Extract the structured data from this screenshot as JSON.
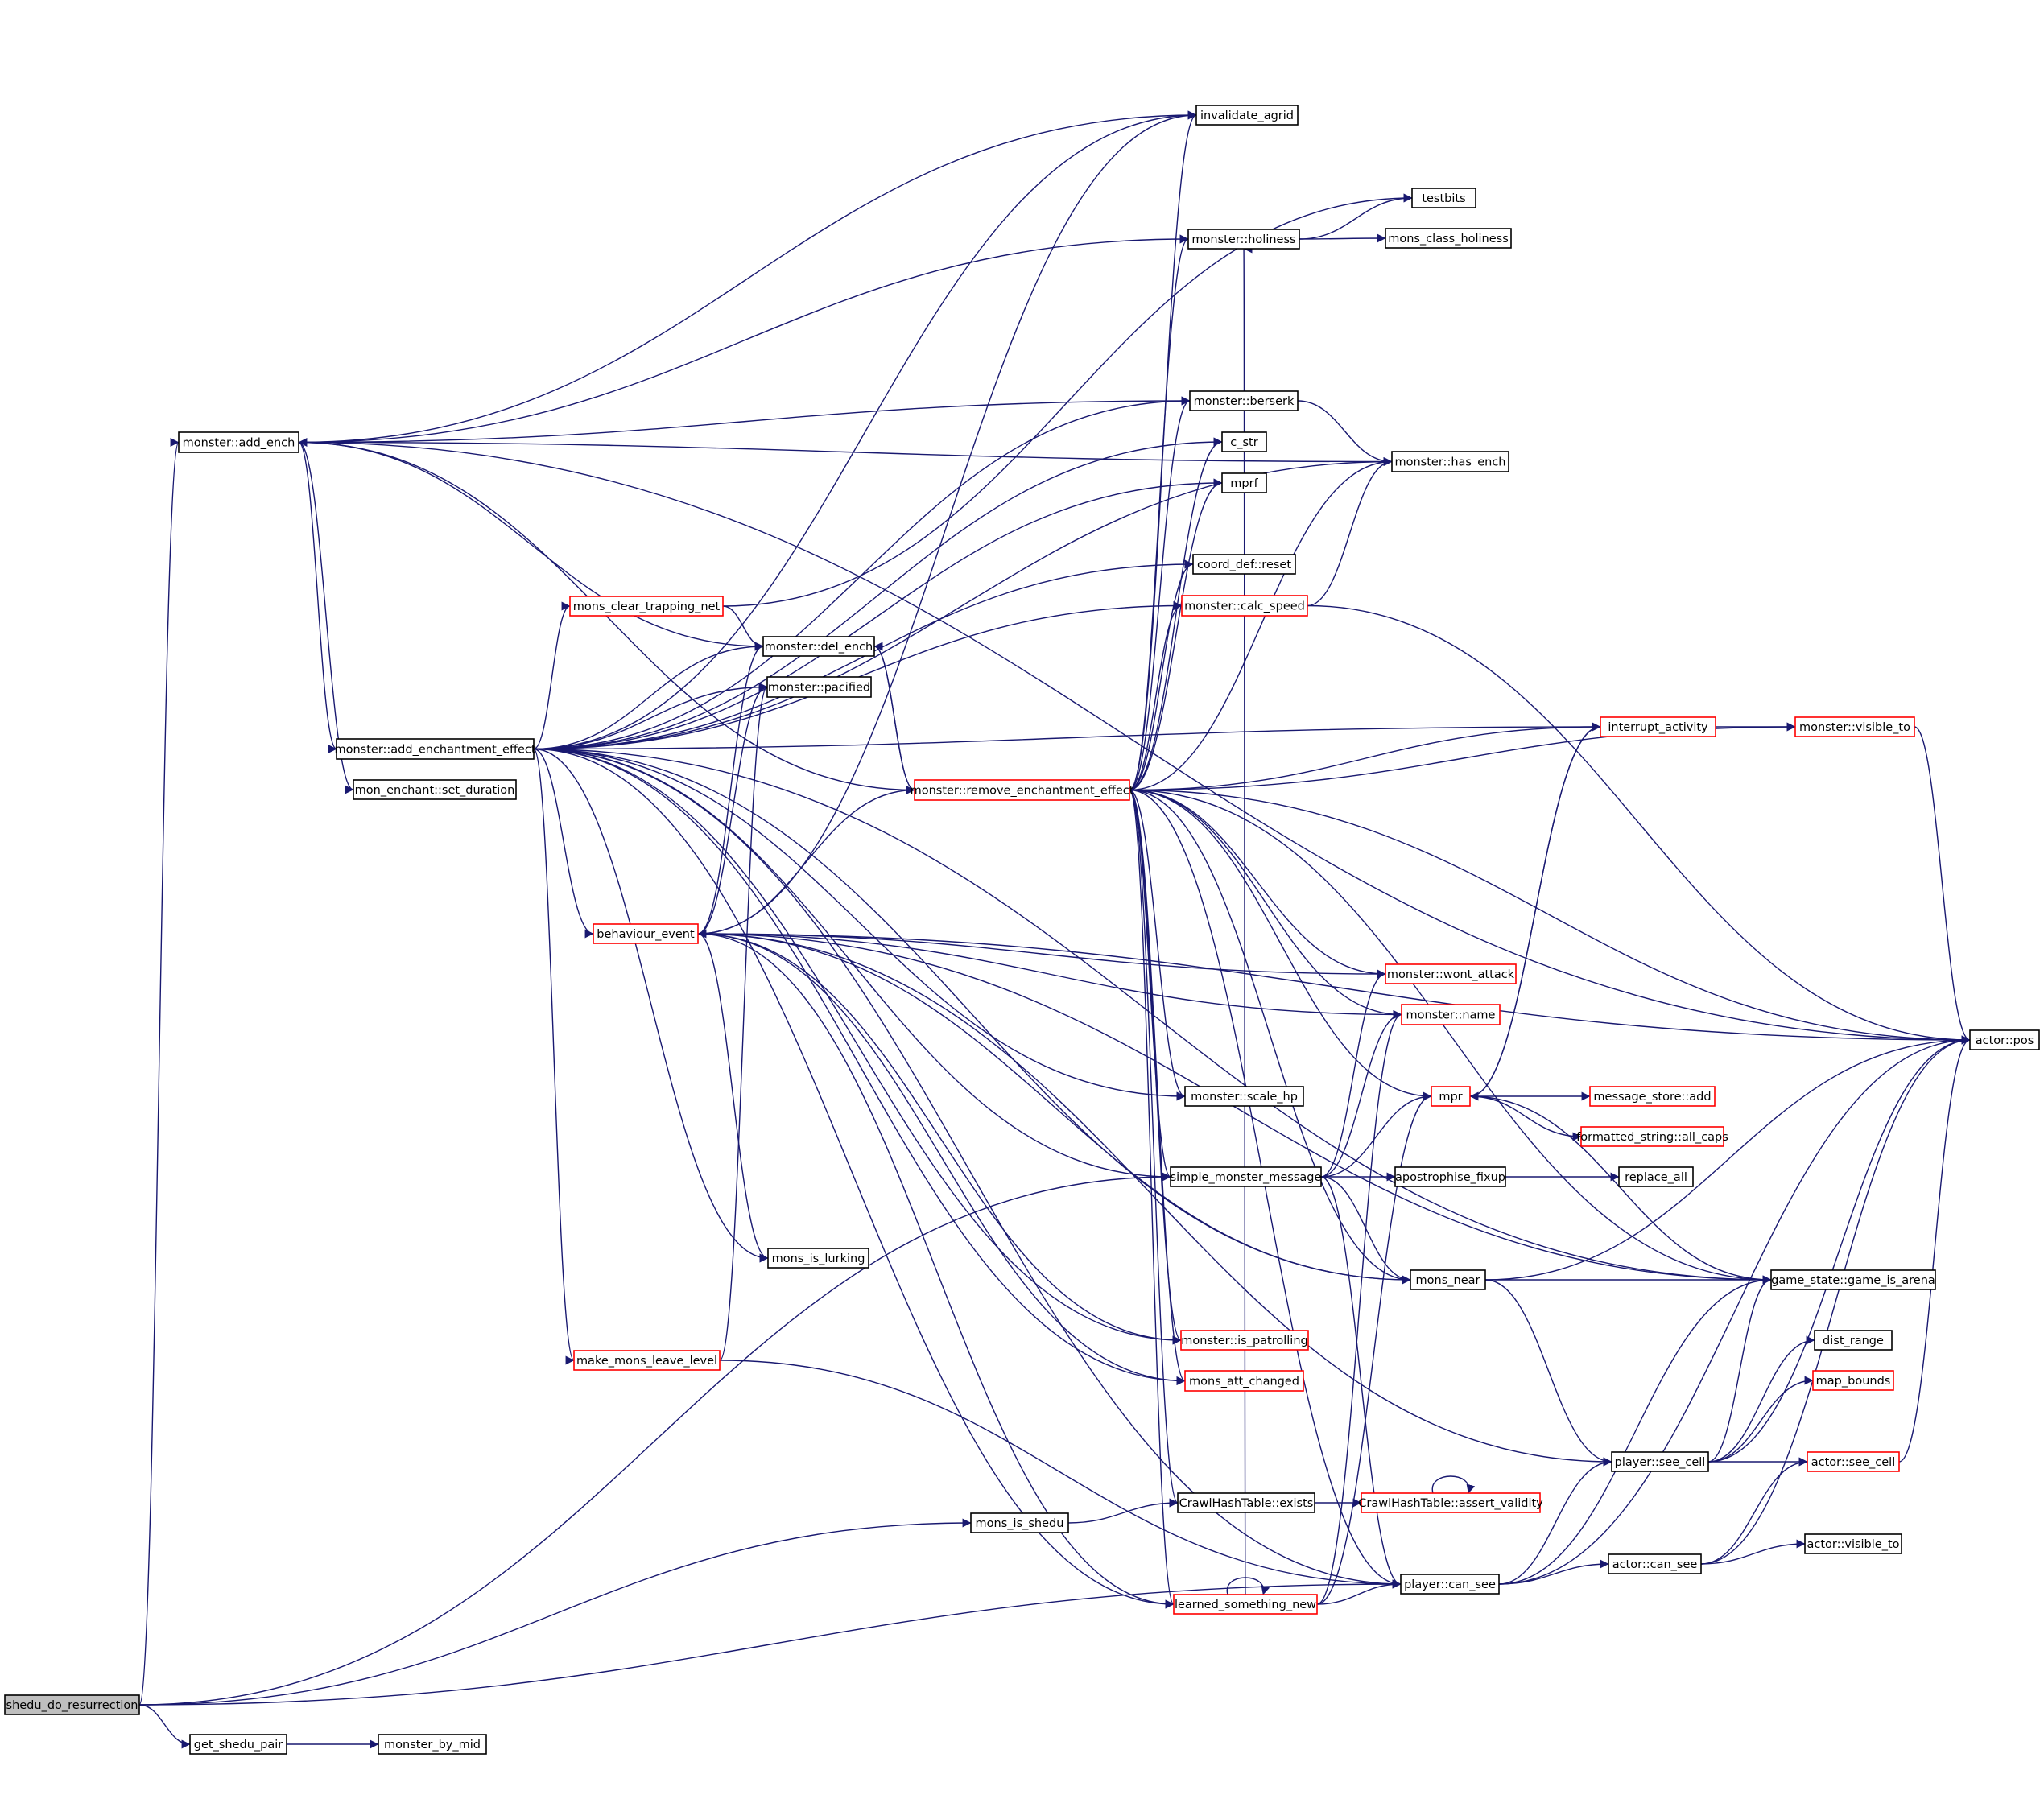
{
  "colors": {
    "edge": "#191970",
    "node_border": "#000000",
    "truncated_node_border": "#ff0000",
    "root_fill": "#bfbfbf",
    "background": "#ffffff"
  },
  "nodes": {
    "shedu_do_resurrection": {
      "label": "shedu_do_resurrection",
      "style": "root"
    },
    "get_shedu_pair": {
      "label": "get_shedu_pair",
      "style": "normal"
    },
    "monster_by_mid": {
      "label": "monster_by_mid",
      "style": "normal"
    },
    "add_ench": {
      "label": "monster::add_ench",
      "style": "normal"
    },
    "add_enchantment_effect": {
      "label": "monster::add_enchantment_effect",
      "style": "normal"
    },
    "set_duration": {
      "label": "mon_enchant::set_duration",
      "style": "normal"
    },
    "invalidate_agrid": {
      "label": "invalidate_agrid",
      "style": "normal"
    },
    "holiness": {
      "label": "monster::holiness",
      "style": "normal"
    },
    "testbits": {
      "label": "testbits",
      "style": "normal"
    },
    "mons_class_holiness": {
      "label": "mons_class_holiness",
      "style": "normal"
    },
    "berserk": {
      "label": "monster::berserk",
      "style": "normal"
    },
    "has_ench": {
      "label": "monster::has_ench",
      "style": "normal"
    },
    "c_str": {
      "label": "c_str",
      "style": "normal"
    },
    "mprf": {
      "label": "mprf",
      "style": "normal"
    },
    "coord_reset": {
      "label": "coord_def::reset",
      "style": "normal"
    },
    "calc_speed": {
      "label": "monster::calc_speed",
      "style": "partial"
    },
    "clear_trapping_net": {
      "label": "mons_clear_trapping_net",
      "style": "partial"
    },
    "del_ench": {
      "label": "monster::del_ench",
      "style": "normal"
    },
    "pacified": {
      "label": "monster::pacified",
      "style": "normal"
    },
    "remove_enchantment_effect": {
      "label": "monster::remove_enchantment_effect",
      "style": "partial"
    },
    "interrupt_activity": {
      "label": "interrupt_activity",
      "style": "partial"
    },
    "visible_to": {
      "label": "monster::visible_to",
      "style": "partial"
    },
    "behaviour_event": {
      "label": "behaviour_event",
      "style": "partial"
    },
    "wont_attack": {
      "label": "monster::wont_attack",
      "style": "partial"
    },
    "name": {
      "label": "monster::name",
      "style": "partial"
    },
    "actor_pos": {
      "label": "actor::pos",
      "style": "normal"
    },
    "mpr": {
      "label": "mpr",
      "style": "partial"
    },
    "message_add": {
      "label": "message_store::add",
      "style": "partial"
    },
    "all_caps": {
      "label": "formatted_string::all_caps",
      "style": "partial"
    },
    "scale_hp": {
      "label": "monster::scale_hp",
      "style": "normal"
    },
    "simple_monster_message": {
      "label": "simple_monster_message",
      "style": "normal"
    },
    "apostrophise_fixup": {
      "label": "apostrophise_fixup",
      "style": "normal"
    },
    "replace_all": {
      "label": "replace_all",
      "style": "normal"
    },
    "mons_is_lurking": {
      "label": "mons_is_lurking",
      "style": "normal"
    },
    "mons_near": {
      "label": "mons_near",
      "style": "normal"
    },
    "game_is_arena": {
      "label": "game_state::game_is_arena",
      "style": "normal"
    },
    "is_patrolling": {
      "label": "monster::is_patrolling",
      "style": "partial"
    },
    "dist_range": {
      "label": "dist_range",
      "style": "normal"
    },
    "make_mons_leave_level": {
      "label": "make_mons_leave_level",
      "style": "partial"
    },
    "mons_att_changed": {
      "label": "mons_att_changed",
      "style": "partial"
    },
    "map_bounds": {
      "label": "map_bounds",
      "style": "partial"
    },
    "player_see_cell": {
      "label": "player::see_cell",
      "style": "normal"
    },
    "actor_see_cell": {
      "label": "actor::see_cell",
      "style": "partial"
    },
    "crawl_exists": {
      "label": "CrawlHashTable::exists",
      "style": "normal"
    },
    "assert_validity": {
      "label": "CrawlHashTable::assert_validity",
      "style": "partial"
    },
    "mons_is_shedu": {
      "label": "mons_is_shedu",
      "style": "normal"
    },
    "actor_visible_to": {
      "label": "actor::visible_to",
      "style": "normal"
    },
    "actor_can_see": {
      "label": "actor::can_see",
      "style": "normal"
    },
    "learned_something_new": {
      "label": "learned_something_new",
      "style": "partial"
    },
    "player_can_see": {
      "label": "player::can_see",
      "style": "normal"
    }
  },
  "edges": [
    [
      "shedu_do_resurrection",
      "add_ench"
    ],
    [
      "shedu_do_resurrection",
      "get_shedu_pair"
    ],
    [
      "shedu_do_resurrection",
      "simple_monster_message"
    ],
    [
      "shedu_do_resurrection",
      "mons_is_shedu"
    ],
    [
      "shedu_do_resurrection",
      "player_can_see"
    ],
    [
      "get_shedu_pair",
      "monster_by_mid"
    ],
    [
      "add_ench",
      "invalidate_agrid"
    ],
    [
      "add_ench",
      "holiness"
    ],
    [
      "add_ench",
      "berserk"
    ],
    [
      "add_ench",
      "has_ench"
    ],
    [
      "add_ench",
      "actor_pos"
    ],
    [
      "add_ench",
      "del_ench"
    ],
    [
      "add_ench",
      "add_enchantment_effect"
    ],
    [
      "add_ench",
      "set_duration"
    ],
    [
      "add_enchantment_effect",
      "invalidate_agrid"
    ],
    [
      "add_enchantment_effect",
      "berserk"
    ],
    [
      "add_enchantment_effect",
      "has_ench"
    ],
    [
      "add_enchantment_effect",
      "c_str"
    ],
    [
      "add_enchantment_effect",
      "mprf"
    ],
    [
      "add_enchantment_effect",
      "coord_reset"
    ],
    [
      "add_enchantment_effect",
      "calc_speed"
    ],
    [
      "add_enchantment_effect",
      "clear_trapping_net"
    ],
    [
      "add_enchantment_effect",
      "del_ench"
    ],
    [
      "add_enchantment_effect",
      "pacified"
    ],
    [
      "add_enchantment_effect",
      "interrupt_activity"
    ],
    [
      "add_enchantment_effect",
      "behaviour_event"
    ],
    [
      "add_enchantment_effect",
      "scale_hp"
    ],
    [
      "add_enchantment_effect",
      "simple_monster_message"
    ],
    [
      "add_enchantment_effect",
      "mons_is_lurking"
    ],
    [
      "add_enchantment_effect",
      "mons_near"
    ],
    [
      "add_enchantment_effect",
      "game_is_arena"
    ],
    [
      "add_enchantment_effect",
      "is_patrolling"
    ],
    [
      "add_enchantment_effect",
      "make_mons_leave_level"
    ],
    [
      "add_enchantment_effect",
      "mons_att_changed"
    ],
    [
      "add_enchantment_effect",
      "learned_something_new"
    ],
    [
      "add_enchantment_effect",
      "player_can_see"
    ],
    [
      "holiness",
      "testbits"
    ],
    [
      "holiness",
      "mons_class_holiness"
    ],
    [
      "berserk",
      "has_ench"
    ],
    [
      "calc_speed",
      "has_ench"
    ],
    [
      "calc_speed",
      "actor_pos"
    ],
    [
      "clear_trapping_net",
      "testbits"
    ],
    [
      "clear_trapping_net",
      "del_ench"
    ],
    [
      "del_ench",
      "remove_enchantment_effect"
    ],
    [
      "remove_enchantment_effect",
      "add_ench"
    ],
    [
      "remove_enchantment_effect",
      "invalidate_agrid"
    ],
    [
      "remove_enchantment_effect",
      "holiness"
    ],
    [
      "remove_enchantment_effect",
      "berserk"
    ],
    [
      "remove_enchantment_effect",
      "has_ench"
    ],
    [
      "remove_enchantment_effect",
      "c_str"
    ],
    [
      "remove_enchantment_effect",
      "mprf"
    ],
    [
      "remove_enchantment_effect",
      "coord_reset"
    ],
    [
      "remove_enchantment_effect",
      "calc_speed"
    ],
    [
      "remove_enchantment_effect",
      "del_ench"
    ],
    [
      "remove_enchantment_effect",
      "interrupt_activity"
    ],
    [
      "remove_enchantment_effect",
      "visible_to"
    ],
    [
      "remove_enchantment_effect",
      "actor_pos"
    ],
    [
      "remove_enchantment_effect",
      "behaviour_event"
    ],
    [
      "remove_enchantment_effect",
      "wont_attack"
    ],
    [
      "remove_enchantment_effect",
      "name"
    ],
    [
      "remove_enchantment_effect",
      "mpr"
    ],
    [
      "remove_enchantment_effect",
      "scale_hp"
    ],
    [
      "remove_enchantment_effect",
      "simple_monster_message"
    ],
    [
      "remove_enchantment_effect",
      "mons_near"
    ],
    [
      "remove_enchantment_effect",
      "game_is_arena"
    ],
    [
      "remove_enchantment_effect",
      "is_patrolling"
    ],
    [
      "remove_enchantment_effect",
      "mons_att_changed"
    ],
    [
      "remove_enchantment_effect",
      "crawl_exists"
    ],
    [
      "remove_enchantment_effect",
      "learned_something_new"
    ],
    [
      "remove_enchantment_effect",
      "player_can_see"
    ],
    [
      "behaviour_event",
      "invalidate_agrid"
    ],
    [
      "behaviour_event",
      "del_ench"
    ],
    [
      "behaviour_event",
      "pacified"
    ],
    [
      "behaviour_event",
      "wont_attack"
    ],
    [
      "behaviour_event",
      "name"
    ],
    [
      "behaviour_event",
      "actor_pos"
    ],
    [
      "behaviour_event",
      "mons_is_lurking"
    ],
    [
      "behaviour_event",
      "mons_near"
    ],
    [
      "behaviour_event",
      "game_is_arena"
    ],
    [
      "behaviour_event",
      "is_patrolling"
    ],
    [
      "behaviour_event",
      "mons_att_changed"
    ],
    [
      "behaviour_event",
      "learned_something_new"
    ],
    [
      "behaviour_event",
      "player_see_cell"
    ],
    [
      "interrupt_activity",
      "visible_to"
    ],
    [
      "interrupt_activity",
      "mpr"
    ],
    [
      "visible_to",
      "actor_pos"
    ],
    [
      "mpr",
      "interrupt_activity"
    ],
    [
      "mpr",
      "message_add"
    ],
    [
      "mpr",
      "all_caps"
    ],
    [
      "mpr",
      "game_is_arena"
    ],
    [
      "simple_monster_message",
      "wont_attack"
    ],
    [
      "simple_monster_message",
      "name"
    ],
    [
      "simple_monster_message",
      "mpr"
    ],
    [
      "simple_monster_message",
      "apostrophise_fixup"
    ],
    [
      "simple_monster_message",
      "mons_near"
    ],
    [
      "simple_monster_message",
      "player_can_see"
    ],
    [
      "apostrophise_fixup",
      "replace_all"
    ],
    [
      "mons_near",
      "actor_pos"
    ],
    [
      "mons_near",
      "game_is_arena"
    ],
    [
      "mons_near",
      "player_see_cell"
    ],
    [
      "player_see_cell",
      "game_is_arena"
    ],
    [
      "player_see_cell",
      "dist_range"
    ],
    [
      "player_see_cell",
      "map_bounds"
    ],
    [
      "player_see_cell",
      "actor_see_cell"
    ],
    [
      "player_see_cell",
      "actor_pos"
    ],
    [
      "actor_see_cell",
      "actor_pos"
    ],
    [
      "crawl_exists",
      "assert_validity"
    ],
    [
      "assert_validity",
      "assert_validity"
    ],
    [
      "mons_is_shedu",
      "crawl_exists"
    ],
    [
      "actor_can_see",
      "actor_see_cell"
    ],
    [
      "actor_can_see",
      "actor_visible_to"
    ],
    [
      "actor_can_see",
      "actor_pos"
    ],
    [
      "player_can_see",
      "player_see_cell"
    ],
    [
      "player_can_see",
      "actor_can_see"
    ],
    [
      "player_can_see",
      "game_is_arena"
    ],
    [
      "player_can_see",
      "actor_pos"
    ],
    [
      "learned_something_new",
      "holiness"
    ],
    [
      "learned_something_new",
      "name"
    ],
    [
      "learned_something_new",
      "mpr"
    ],
    [
      "learned_something_new",
      "player_can_see"
    ],
    [
      "learned_something_new",
      "learned_something_new"
    ],
    [
      "make_mons_leave_level",
      "pacified"
    ],
    [
      "make_mons_leave_level",
      "player_can_see"
    ]
  ]
}
